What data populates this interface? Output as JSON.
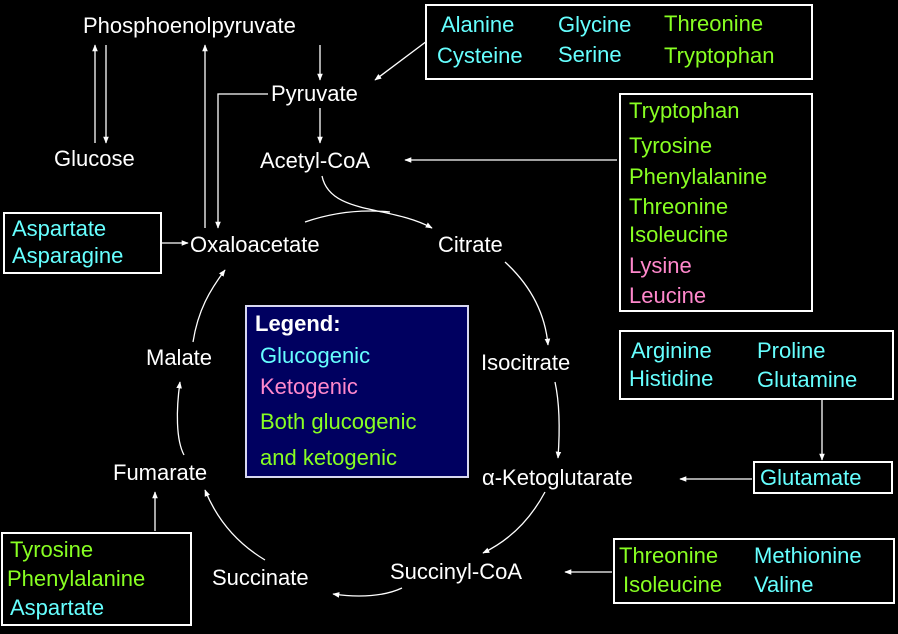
{
  "colors": {
    "background": "#000000",
    "glucogenic": "#66ffff",
    "ketogenic": "#ff88cc",
    "both": "#88ff22",
    "legend_bg": "#000060",
    "line": "#ffffff"
  },
  "metabolites": {
    "pep": "Phosphoenolpyruvate",
    "pyruvate": "Pyruvate",
    "glucose": "Glucose",
    "acetyl_coa": "Acetyl-CoA",
    "oxaloacetate": "Oxaloacetate",
    "citrate": "Citrate",
    "isocitrate": "Isocitrate",
    "akg": "α-Ketoglutarate",
    "succinyl_coa": "Succinyl-CoA",
    "succinate": "Succinate",
    "fumarate": "Fumarate",
    "malate": "Malate"
  },
  "boxes": {
    "pyruvate_group": [
      {
        "name": "Alanine",
        "type": "glucogenic"
      },
      {
        "name": "Cysteine",
        "type": "glucogenic"
      },
      {
        "name": "Glycine",
        "type": "glucogenic"
      },
      {
        "name": "Serine",
        "type": "glucogenic"
      },
      {
        "name": "Threonine",
        "type": "both"
      },
      {
        "name": "Tryptophan",
        "type": "both"
      }
    ],
    "acetyl_group": [
      {
        "name": "Tryptophan",
        "type": "both"
      },
      {
        "name": "Tyrosine",
        "type": "both"
      },
      {
        "name": "Phenylalanine",
        "type": "both"
      },
      {
        "name": "Threonine",
        "type": "both"
      },
      {
        "name": "Isoleucine",
        "type": "both"
      },
      {
        "name": "Lysine",
        "type": "ketogenic"
      },
      {
        "name": "Leucine",
        "type": "ketogenic"
      }
    ],
    "oxaloacetate_group": [
      {
        "name": "Aspartate",
        "type": "glucogenic"
      },
      {
        "name": "Asparagine",
        "type": "glucogenic"
      }
    ],
    "glutamate_sources": [
      {
        "name": "Arginine",
        "type": "glucogenic"
      },
      {
        "name": "Histidine",
        "type": "glucogenic"
      },
      {
        "name": "Proline",
        "type": "glucogenic"
      },
      {
        "name": "Glutamine",
        "type": "glucogenic"
      }
    ],
    "glutamate": {
      "name": "Glutamate",
      "type": "glucogenic"
    },
    "succinyl_group": [
      {
        "name": "Threonine",
        "type": "both"
      },
      {
        "name": "Isoleucine",
        "type": "both"
      },
      {
        "name": "Methionine",
        "type": "glucogenic"
      },
      {
        "name": "Valine",
        "type": "glucogenic"
      }
    ],
    "fumarate_group": [
      {
        "name": "Tyrosine",
        "type": "both"
      },
      {
        "name": "Phenylalanine",
        "type": "both"
      },
      {
        "name": "Aspartate",
        "type": "glucogenic"
      }
    ]
  },
  "legend": {
    "title": "Legend:",
    "glucogenic": "Glucogenic",
    "ketogenic": "Ketogenic",
    "both_line1": "Both glucogenic",
    "both_line2": "and ketogenic"
  }
}
